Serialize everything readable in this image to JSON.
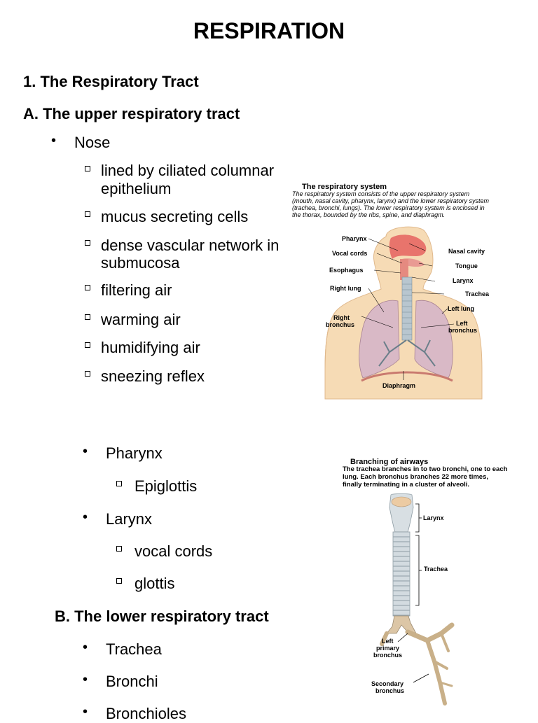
{
  "title": "RESPIRATION",
  "section1": "1.  The Respiratory Tract",
  "sectionA": "A.  The upper respiratory tract",
  "nose": {
    "label": "Nose",
    "items": [
      "lined by ciliated columnar",
      "epithelium",
      "mucus secreting cells",
      "dense vascular network in",
      "submucosa",
      "filtering air",
      "warming air",
      "humidifying air",
      "sneezing reflex"
    ]
  },
  "pharynx": {
    "label": "Pharynx",
    "items": [
      "Epiglottis"
    ]
  },
  "larynx": {
    "label": "Larynx",
    "items": [
      "vocal cords",
      "glottis"
    ]
  },
  "sectionB": "B.  The lower respiratory tract",
  "lower_items": [
    "Trachea",
    "Bronchi",
    "Bronchioles"
  ],
  "figure1": {
    "title": "The respiratory system",
    "caption": [
      "The respiratory system consists of the upper respiratory system",
      "(mouth, nasal cavity, pharynx, larynx) and the lower respiratory system",
      "(trachea, bronchi, lungs). The lower respiratory system is enclosed in",
      "the thorax, bounded by the ribs, spine, and diaphragm."
    ],
    "labels": {
      "pharynx": "Pharynx",
      "vocal_cords": "Vocal cords",
      "esophagus": "Esophagus",
      "right_lung": "Right lung",
      "right_bronchus_1": "Right",
      "right_bronchus_2": "bronchus",
      "nasal_cavity": "Nasal cavity",
      "tongue": "Tongue",
      "larynx": "Larynx",
      "trachea": "Trachea",
      "left_lung": "Left lung",
      "left_bronchus_1": "Left",
      "left_bronchus_2": "bronchus",
      "diaphragm": "Diaphragm"
    }
  },
  "figure2": {
    "title": "Branching of airways",
    "caption": [
      "The trachea branches in to two bronchi, one to each",
      "lung.  Each bronchus branches 22 more times,",
      "finally terminating in a cluster of alveoli."
    ],
    "labels": {
      "larynx": "Larynx",
      "trachea": "Trachea",
      "left_primary_1": "Left",
      "left_primary_2": "primary",
      "left_primary_3": "bronchus",
      "secondary_1": "Secondary",
      "secondary_2": "bronchus"
    }
  }
}
